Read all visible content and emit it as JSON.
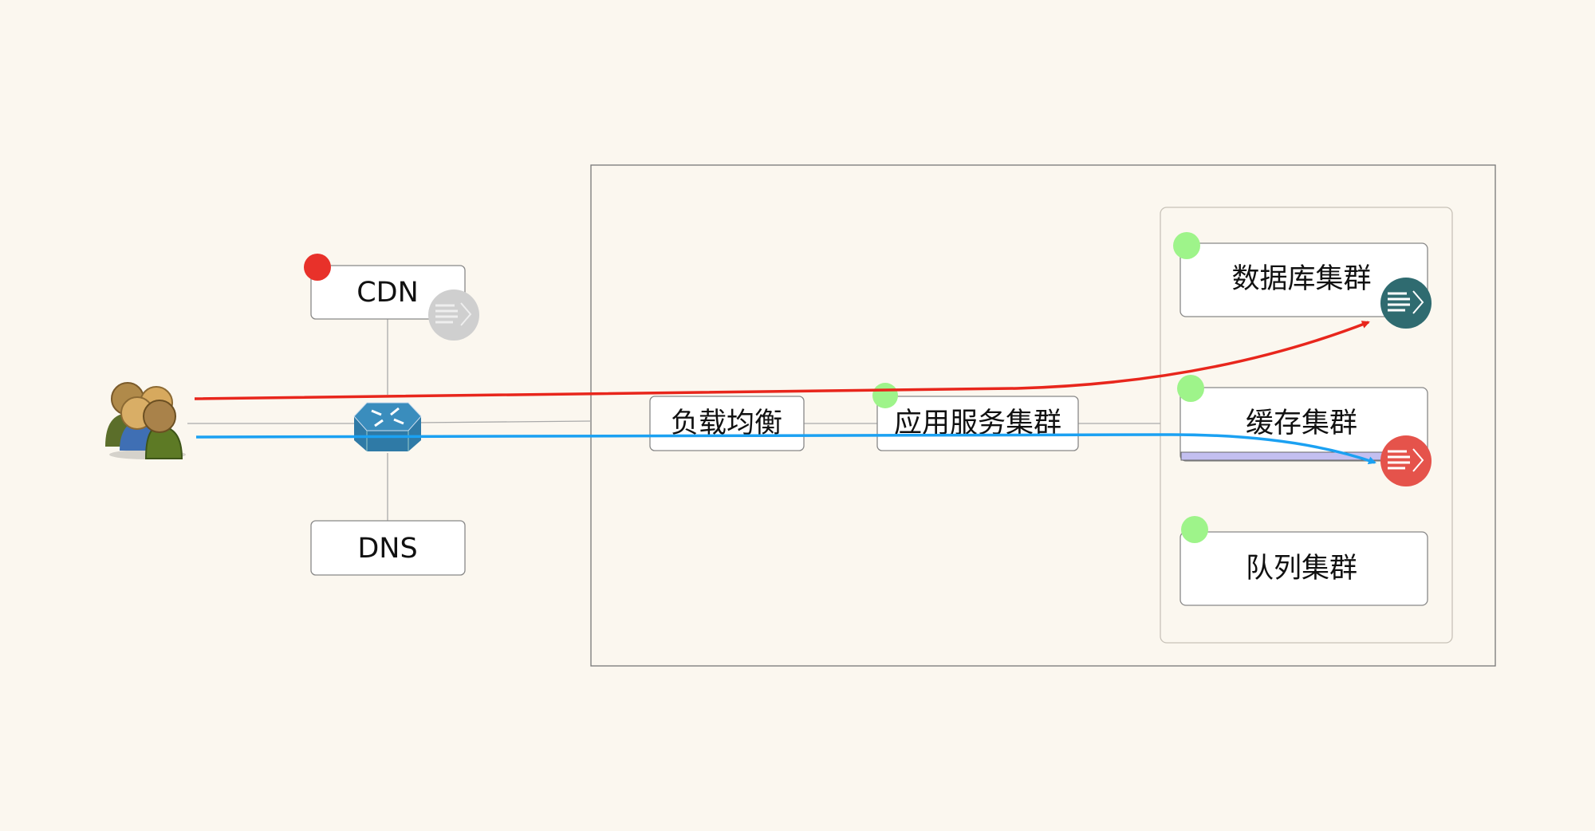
{
  "nodes": {
    "users": {
      "label": ""
    },
    "cdn": {
      "label": "CDN",
      "status": "error"
    },
    "dns": {
      "label": "DNS"
    },
    "router": {
      "icon": "router-icon"
    },
    "load_balancer": {
      "label": "负载均衡"
    },
    "app_cluster": {
      "label": "应用服务集群",
      "status": "ok"
    },
    "db_cluster": {
      "label": "数据库集群",
      "status": "ok"
    },
    "cache_cluster": {
      "label": "缓存集群",
      "status": "ok"
    },
    "queue_cluster": {
      "label": "队列集群",
      "status": "ok"
    }
  },
  "colors": {
    "background": "#fbf7ef",
    "status_ok": "#9ef48a",
    "status_error": "#e8312a",
    "flow_red": "#e8261c",
    "flow_blue": "#1ba1f2",
    "badge_gray": "#cfcfcf",
    "badge_teal": "#2f6b70",
    "badge_red": "#e5534b",
    "cache_bar": "#c3bff0"
  },
  "flows": [
    {
      "name": "red-flow",
      "from": "users",
      "to": "db_cluster"
    },
    {
      "name": "blue-flow",
      "from": "users",
      "to": "cache_cluster"
    }
  ]
}
